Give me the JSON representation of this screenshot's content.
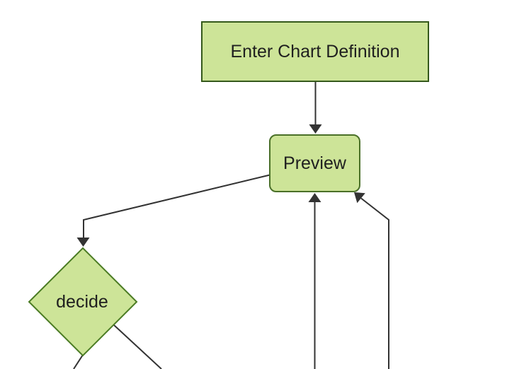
{
  "diagram": {
    "type": "flowchart",
    "direction": "top-down",
    "nodes": [
      {
        "id": "enter-chart-definition",
        "label": "Enter Chart Definition",
        "shape": "rectangle"
      },
      {
        "id": "preview",
        "label": "Preview",
        "shape": "rounded-rectangle"
      },
      {
        "id": "decide",
        "label": "decide",
        "shape": "diamond"
      }
    ],
    "edges": [
      {
        "from": "enter-chart-definition",
        "to": "preview",
        "arrow": true
      },
      {
        "from": "preview",
        "to": "decide",
        "arrow": true
      },
      {
        "from": "offscreen-bottom-center",
        "to": "preview",
        "arrow": true
      },
      {
        "from": "offscreen-bottom-right",
        "to": "preview",
        "arrow": true
      },
      {
        "from": "decide",
        "to": "offscreen-bottom-left",
        "arrow": false
      },
      {
        "from": "decide",
        "to": "offscreen-bottom",
        "arrow": false
      }
    ],
    "colors": {
      "background": "#ffffff",
      "node_fill": "#cde498",
      "rect_stroke": "#35591b",
      "rounded_stroke": "#4a7028",
      "diamond_stroke": "#4b7c24",
      "edge_stroke": "#333333",
      "arrow_fill": "#333333",
      "label_color": "#1f1f1f"
    }
  }
}
